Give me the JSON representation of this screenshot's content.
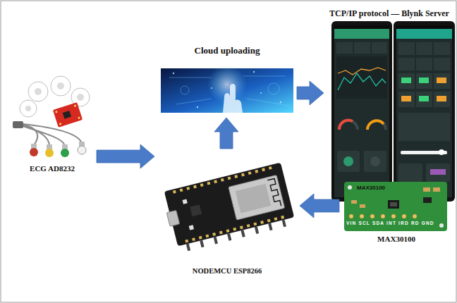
{
  "diagram": {
    "nodes": [
      {
        "text": [
          "TCP/IP protocol — Blynk Server"
        ]
      },
      {
        "text": [
          "Cloud uploading"
        ]
      },
      {
        "text": [
          "ECG AD8232"
        ]
      },
      {
        "text": [
          "NODEMCU ESP8266"
        ]
      },
      {
        "text": [
          "MAX30100"
        ]
      }
    ],
    "edges": [
      {
        "from": 2,
        "to": 3,
        "arrow": "to"
      },
      {
        "from": 3,
        "to": 1,
        "arrow": "to"
      },
      {
        "from": 1,
        "to": 0,
        "arrow": "to"
      },
      {
        "from": 4,
        "to": 3,
        "arrow": "to"
      }
    ],
    "labels": [
      "MAX30100",
      "VIN SCL SDA INT IRD RD GND"
    ]
  }
}
